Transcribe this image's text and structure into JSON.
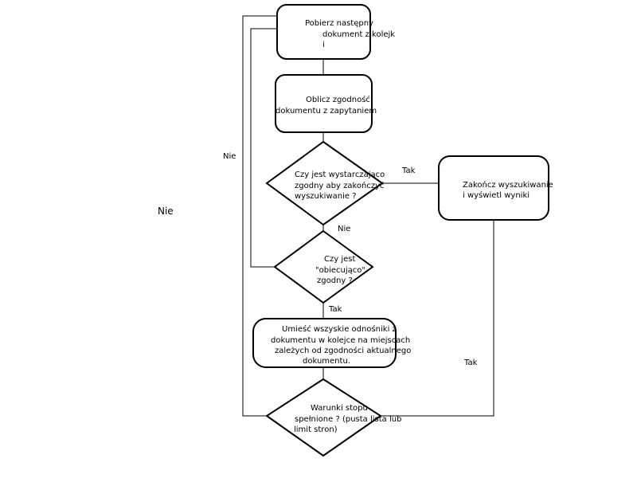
{
  "nodes": {
    "fetch": {
      "lines": [
        "Pobierz następny",
        "dokument z kolejk",
        "i"
      ]
    },
    "compute": {
      "lines": [
        "Oblicz zgodność",
        "dokumentu z zapytaniem"
      ]
    },
    "enough": {
      "lines": [
        "Czy jest wystarczająco",
        "zgodny aby zakończyć",
        "wyszukiwanie ?"
      ]
    },
    "finish": {
      "lines": [
        "Zakończ wyszukiwanie",
        "i wyświetl wyniki"
      ]
    },
    "promising": {
      "lines": [
        "Czy jest",
        "\"obiecująco\"",
        "zgodny ?"
      ]
    },
    "enqueue": {
      "lines": [
        "Umieść wszyskie odnośniki z",
        "dokumentu w kolejce na miejscach",
        "zależych od zgodności aktualnego",
        "dokumentu."
      ]
    },
    "stop": {
      "lines": [
        "Warunki stopu",
        "spełnione ? (pusta lista lub",
        "limit stron)"
      ]
    }
  },
  "edge_labels": {
    "enough_yes": "Tak",
    "enough_no": "Nie",
    "promising_no": "Nie",
    "promising_yes": "Tak",
    "stop_yes": "Tak"
  },
  "free_labels": {
    "left_nie": "Nie"
  }
}
